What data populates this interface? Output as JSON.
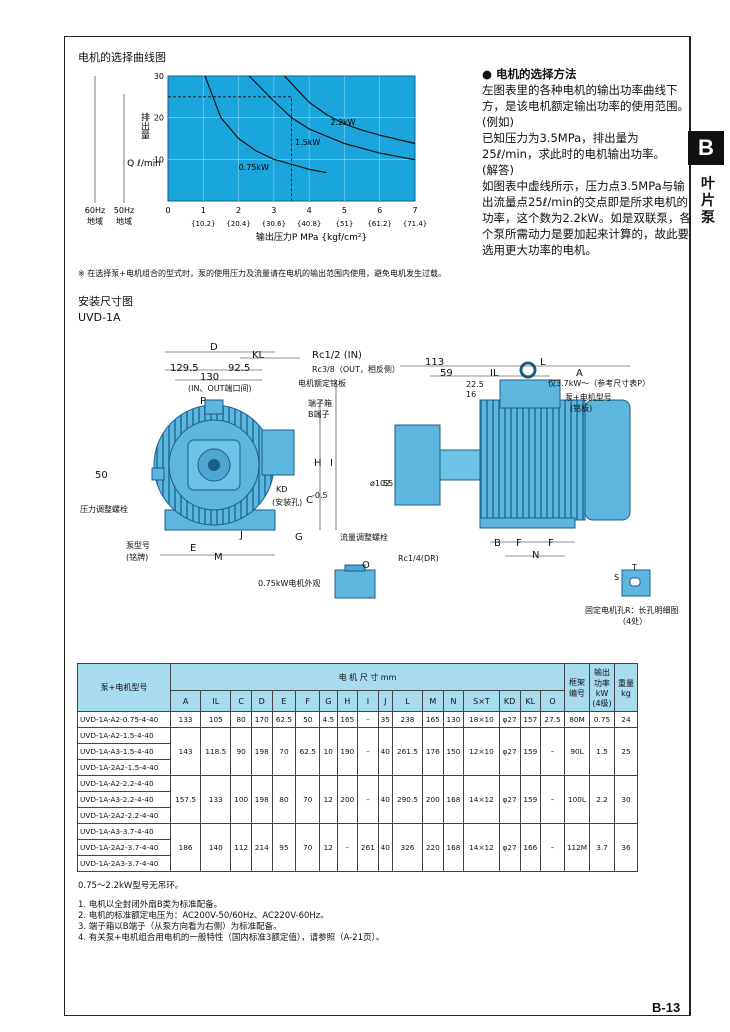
{
  "side_tab": {
    "letter": "B",
    "text": "叶片泵"
  },
  "page_number": "B-13",
  "chart_title": "电机的选择曲线图",
  "chart_data": {
    "type": "line",
    "xlabel": "输出压力P MPa {kgf/cm²}",
    "ylabel": "排出量 Q ℓ/min",
    "x_ticks": [
      "0",
      "1",
      "2",
      "3",
      "4",
      "5",
      "6",
      "7"
    ],
    "x_sub_ticks": [
      "{10.2}",
      "{20.4}",
      "{30.6}",
      "{40.8}",
      "{51}",
      "{61.2}",
      "{71.4}"
    ],
    "y_ticks": [
      "10",
      "20",
      "30"
    ],
    "xlim": [
      0,
      7
    ],
    "ylim": [
      0,
      30
    ],
    "freq_labels": [
      "60Hz\n地域",
      "50Hz\n地域"
    ],
    "series": [
      {
        "name": "0.75kW",
        "x": [
          1.05,
          1.5,
          2,
          2.5,
          3,
          4,
          4.5
        ],
        "y": [
          30,
          20,
          15,
          12,
          10,
          7.6,
          6.8
        ]
      },
      {
        "name": "1.5kW",
        "x": [
          2.3,
          3,
          3.5,
          4,
          5,
          6,
          7
        ],
        "y": [
          30,
          24,
          20,
          17.3,
          13.8,
          11.5,
          9.9
        ]
      },
      {
        "name": "2.2kW",
        "x": [
          3.3,
          4,
          4.5,
          5,
          5.5,
          6,
          7
        ],
        "y": [
          30,
          23.7,
          20.7,
          18.5,
          17,
          15.8,
          13.8
        ]
      }
    ],
    "example": {
      "x": 3.5,
      "y": 25
    }
  },
  "chart_note": "※ 在选择泵+电机组合的型式时，泵的使用压力及流量请在电机的输出范围内使用，避免电机发生过载。",
  "method": {
    "title": "● 电机的选择方法",
    "paragraphs": [
      "左图表里的各种电机的输出功率曲线下方，是该电机额定输出功率的使用范围。",
      "(例如)",
      "已知压力为3.5MPa，排出量为25ℓ/min，求此时的电机输出功率。",
      "(解答)",
      "如图表中虚线所示，压力点3.5MPa与输出流量点25ℓ/min的交点即是所求电机的功率，这个数为2.2kW。如是双联泵，各个泵所需动力是要加起来计算的，故此要选用更大功率的电机。"
    ]
  },
  "dims": {
    "title": "安装尺寸图",
    "model": "UVD-1A",
    "labels": {
      "D": "D",
      "KL": "KL",
      "d129": "129.5",
      "d92": "92.5",
      "d130": "130",
      "inout": "(IN、OUT端口间)",
      "P": "P",
      "rc12": "Rc1/2 (IN)",
      "rc38": "Rc3/8（OUT，相反侧）",
      "nameplate": "电机额定铭板",
      "terminal": "端子箱",
      "bterm": "B端子",
      "H": "H",
      "I": "I",
      "KD": "KD",
      "hole": "(安装孔)",
      "C": "C",
      "c05": "-0.5",
      "d50": "50",
      "G": "G",
      "pressure_bolt": "压力调整螺栓",
      "pump_no": "泵型号",
      "pump_no2": "(铭牌)",
      "E": "E",
      "J": "J",
      "M": "M",
      "d113": "113",
      "L": "L",
      "d59": "59",
      "IL": "IL",
      "A": "A",
      "d225": "22.5",
      "d16": "16",
      "only37": "仅3.7kW〜（参考尺寸表P）",
      "pumpmotor": "泵+电机型号",
      "pumpmotor2": "(铭板)",
      "phi102": "ø102",
      "d55": "55",
      "flow_bolt": "流量调整螺栓",
      "rc14": "Rc1/4(DR)",
      "B": "B",
      "F": "F",
      "N": "N",
      "O": "O",
      "S": "S",
      "T": "T",
      "k075": "0.75kW电机外观",
      "fixhole": "固定电机孔R：长孔明细图",
      "fixhole2": "（4处）"
    }
  },
  "table": {
    "h_model": "泵+电机型号",
    "h_dims": "电 机 尺 寸 mm",
    "h_frame": "框架\n编号",
    "h_power": "输出\n功率\nkW\n(4级)",
    "h_weight": "重量\nkg",
    "cols": [
      "A",
      "IL",
      "C",
      "D",
      "E",
      "F",
      "G",
      "H",
      "I",
      "J",
      "L",
      "M",
      "N",
      "S×T",
      "KD",
      "KL",
      "O"
    ],
    "groups": [
      {
        "models": [
          "UVD-1A-A2-0.75-4-40"
        ],
        "vals": [
          "133",
          "105",
          "80",
          "170",
          "62.5",
          "50",
          "4.5",
          "165",
          "–",
          "35",
          "238",
          "165",
          "130",
          "18×10",
          "φ27",
          "157",
          "27.5"
        ],
        "frame": "80M",
        "power": "0.75",
        "weight": "24"
      },
      {
        "models": [
          "UVD-1A-A2-1.5-4-40",
          "UVD-1A-A3-1.5-4-40",
          "UVD-1A-2A2-1.5-4-40"
        ],
        "vals": [
          "143",
          "118.5",
          "90",
          "198",
          "70",
          "62.5",
          "10",
          "190",
          "–",
          "40",
          "261.5",
          "176",
          "150",
          "12×10",
          "φ27",
          "159",
          "–"
        ],
        "frame": "90L",
        "power": "1.5",
        "weight": "25"
      },
      {
        "models": [
          "UVD-1A-A2-2.2-4-40",
          "UVD-1A-A3-2.2-4-40",
          "UVD-1A-2A2-2.2-4-40"
        ],
        "vals": [
          "157.5",
          "133",
          "100",
          "198",
          "80",
          "70",
          "12",
          "200",
          "–",
          "40",
          "290.5",
          "200",
          "168",
          "14×12",
          "φ27",
          "159",
          "–"
        ],
        "frame": "100L",
        "power": "2.2",
        "weight": "30"
      },
      {
        "models": [
          "UVD-1A-A3-3.7-4-40",
          "UVD-1A-2A2-3.7-4-40",
          "UVD-1A-2A3-3.7-4-40"
        ],
        "vals": [
          "186",
          "140",
          "112",
          "214",
          "95",
          "70",
          "12",
          "–",
          "261",
          "40",
          "326",
          "220",
          "168",
          "14×12",
          "φ27",
          "166",
          "–"
        ],
        "frame": "112M",
        "power": "3.7",
        "weight": "36"
      }
    ],
    "footnote": "0.75〜2.2kW型号无吊环。"
  },
  "notes": [
    "1. 电机以全封闭外扇B类为标准配备。",
    "2. 电机的标准额定电压为：AC200V-50/60Hz、AC220V-60Hz。",
    "3. 端子箱以B端子（从泵方向看为右侧）为标准配备。",
    "4. 有关泵+电机组合用电机的一般特性（国内标准3额定值），请参照（A-21页）。"
  ]
}
